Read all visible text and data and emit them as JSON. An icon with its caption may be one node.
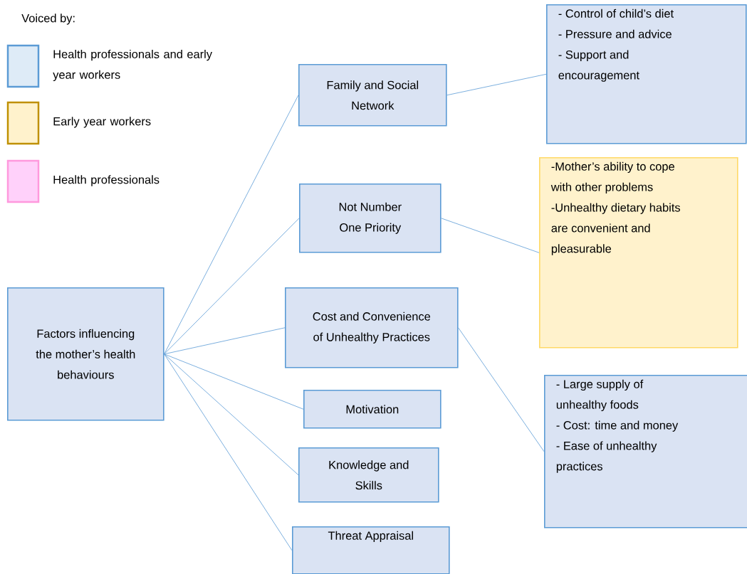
{
  "diagram": {
    "nodes": [
      {
        "text": [
          "Factors influencing the mother’s health behaviours"
        ]
      },
      {
        "text": [
          "Family and Social Network"
        ]
      },
      {
        "text": [
          "Not Number One Priority"
        ]
      },
      {
        "text": [
          "Cost and Convenience of Unhealthy Practices"
        ]
      },
      {
        "text": [
          "Motivation"
        ]
      },
      {
        "text": [
          "Knowledge and Skills"
        ]
      },
      {
        "text": [
          "Threat Appraisal"
        ]
      },
      {
        "text": [
          "- Control of child’s diet",
          "- Pressure and advice",
          "- Support and encouragement"
        ]
      },
      {
        "text": [
          "-Mother’s ability to cope with other problems",
          "-Unhealthy dietary habits are convenient and pleasurable"
        ]
      },
      {
        "text": [
          "- Large supply of unhealthy foods",
          "- Cost: time and money",
          "- Ease of unhealthy practices"
        ]
      }
    ],
    "edges": [
      {
        "from": 0,
        "to": 1,
        "arrow": "none"
      },
      {
        "from": 0,
        "to": 2,
        "arrow": "none"
      },
      {
        "from": 0,
        "to": 3,
        "arrow": "none"
      },
      {
        "from": 0,
        "to": 4,
        "arrow": "none"
      },
      {
        "from": 0,
        "to": 5,
        "arrow": "none"
      },
      {
        "from": 0,
        "to": 6,
        "arrow": "none"
      },
      {
        "from": 1,
        "to": 7,
        "arrow": "none"
      },
      {
        "from": 2,
        "to": 8,
        "arrow": "none"
      },
      {
        "from": 3,
        "to": 9,
        "arrow": "none"
      }
    ],
    "labels": [
      "Voiced by:"
    ],
    "legend": [
      {
        "text": "Health professionals and early year workers",
        "color": "#deebf7"
      },
      {
        "text": "Early year workers",
        "color": "#fff2cc"
      },
      {
        "text": "Health professionals",
        "color": "#ffd1fa"
      }
    ]
  }
}
